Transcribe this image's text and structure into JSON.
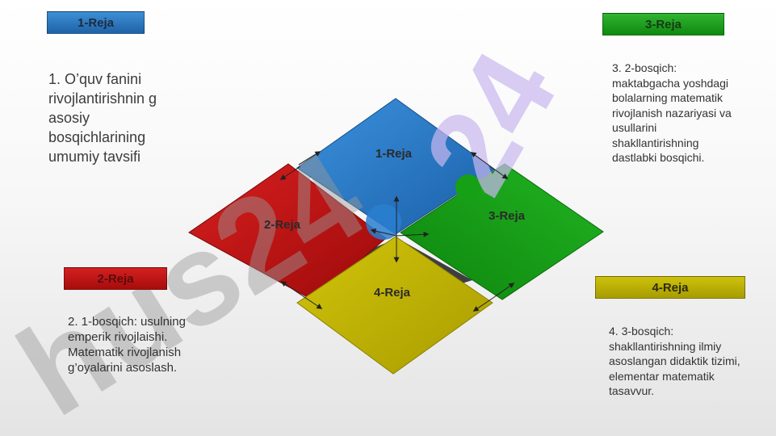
{
  "tags": {
    "t1": "1-Reja",
    "t2": "2-Reja",
    "t3": "3-Reja",
    "t4": "4-Reja"
  },
  "notes": {
    "n1": "1. O’quv fanini rivojlantirishnin g asosiy bosqichlarining umumiy tavsifi",
    "n2": "2. 1-bosqich: usulning emperik rivojlaishi. Matematik rivojlanish g’oyalarini asoslash.",
    "n3": "3. 2-bosqich: maktabgacha yoshdagi bolalarning matematik rivojlanish nazariyasi va usullarini shakllantirishning dastlabki bosqichi.",
    "n4": "4. 3-bosqich: shakllantirishning ilmiy asoslangan didaktik tizimi, elementar matematik tasavvur."
  },
  "tiles": {
    "top": "1-Reja",
    "left": "2-Reja",
    "right": "3-Reja",
    "bottom": "4-Reja"
  },
  "colors": {
    "blue": "#2f7fcc",
    "red": "#c81414",
    "green": "#18a018",
    "yellow": "#c8bc00",
    "watermark_purple": "#c9b8f0",
    "watermark_gray": "#9a9a9a"
  },
  "watermark": "hus24"
}
